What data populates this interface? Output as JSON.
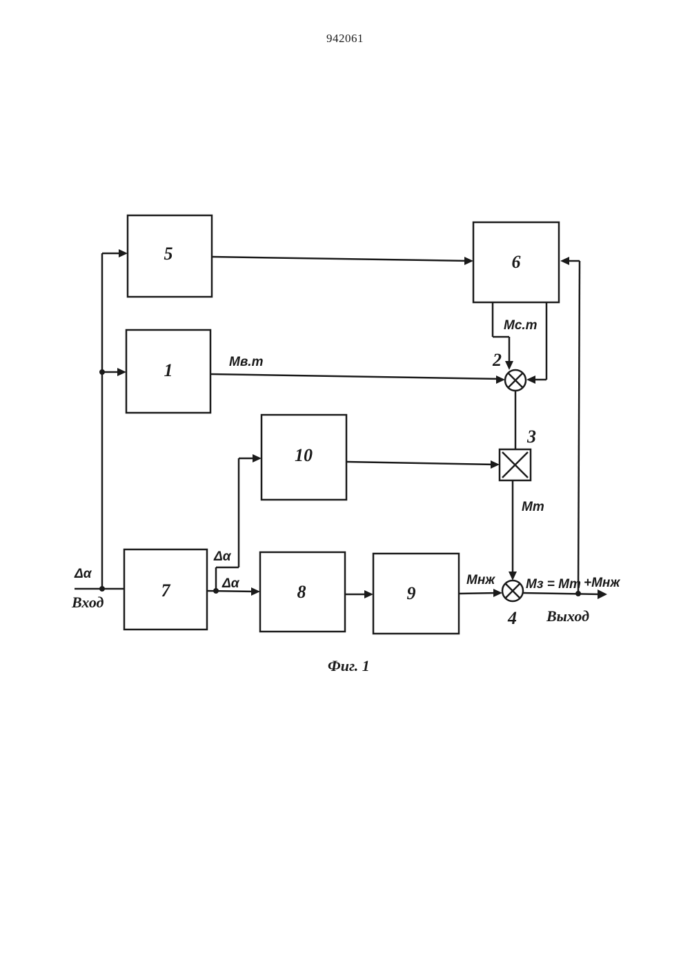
{
  "document": {
    "patent_number": "942061",
    "figure_caption": "Фиг. 1"
  },
  "blocks": {
    "b1": "1",
    "b5": "5",
    "b6": "6",
    "b7": "7",
    "b8": "8",
    "b9": "9",
    "b10": "10"
  },
  "nodes": {
    "n2": "2",
    "n3": "3",
    "n4": "4"
  },
  "signals": {
    "m_vt": "Mв.т",
    "m_st": "Mс.т",
    "m_t": "Mт",
    "m_nzh": "Mнж",
    "m_z_eq": "Mз = Mт",
    "plus_m_nzh": "+Mнж",
    "delta_alpha_in": "Δα",
    "delta_alpha_upper": "Δα",
    "delta_alpha_lower": "Δα"
  },
  "io": {
    "input_label": "Вход",
    "output_label": "Выход"
  }
}
